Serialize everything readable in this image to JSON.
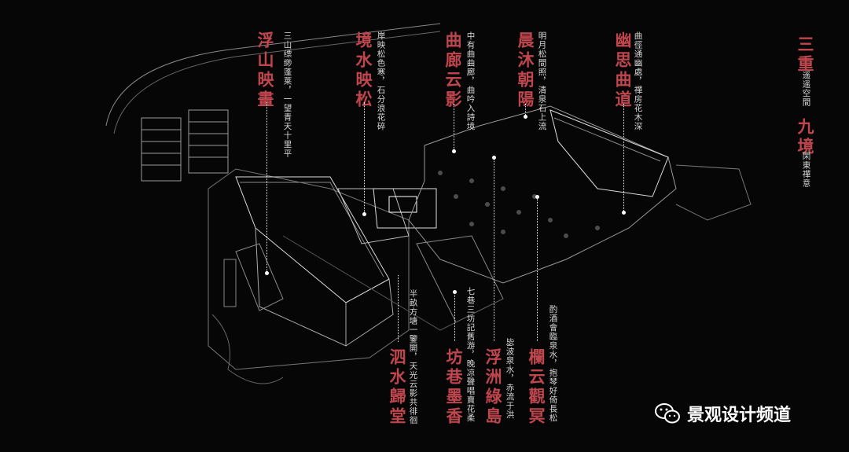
{
  "labels": [
    {
      "title": "浮山映畫",
      "desc": "三山缥缈蓬莱，一望青天十里平"
    },
    {
      "title": "境水映松",
      "desc": "岸映松色寒，石分浪花碎"
    },
    {
      "title": "曲廊云影",
      "desc": "中有曲曲廊，曲吟入詩境"
    },
    {
      "title": "晨沐朝陽",
      "desc": "明月松間照，清泉石上流"
    },
    {
      "title": "幽思曲道",
      "desc": "曲徑通幽處，禪房花木深"
    },
    {
      "title": "泗水歸堂",
      "desc": "半畝方塘一鑒開，天光云影共徘徊"
    },
    {
      "title": "坊巷墨香",
      "desc": "七巷三坊記舊游，晚凉聲唱賣花柔"
    },
    {
      "title": "浮洲綠島",
      "desc": "毖波泉水，赤流于洪"
    },
    {
      "title": "欄云觀冥",
      "desc": "酌酒會臨泉水，抱琴好倚長松"
    }
  ],
  "legend": {
    "t1": "三重",
    "d1": "遥遥空間",
    "t2": "九境",
    "d2": "閑東禪意"
  },
  "watermark": "景观设计频道",
  "colors": {
    "accent": "#c0464e",
    "background": "#060606"
  }
}
